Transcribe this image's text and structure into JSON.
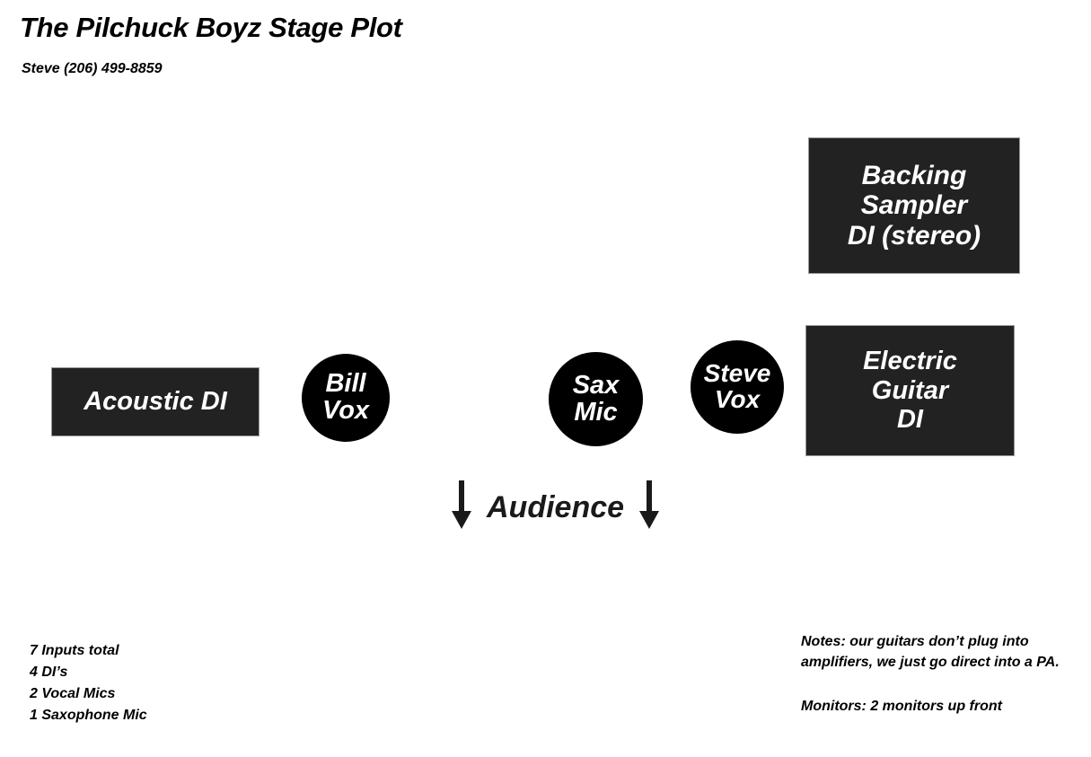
{
  "header": {
    "title": "The Pilchuck Boyz Stage Plot",
    "contact": "Steve (206) 499-8859"
  },
  "colors": {
    "box_fill": "#222222",
    "box_border": "#999999",
    "circle_fill": "#000000",
    "text_on_dark": "#ffffff",
    "text_on_light": "#000000",
    "arrow": "#1a1a1a",
    "page_background": "#ffffff"
  },
  "stage_items": {
    "backing_sampler": {
      "kind": "gear-box",
      "line1": "Backing",
      "line2": "Sampler",
      "line3": "DI (stereo)"
    },
    "electric_guitar": {
      "kind": "gear-box",
      "line1": "Electric",
      "line2": "Guitar",
      "line3": "DI"
    },
    "acoustic_di": {
      "kind": "gear-box",
      "line1": "Acoustic DI"
    },
    "bill_vox": {
      "kind": "mic-circle",
      "line1": "Bill",
      "line2": "Vox"
    },
    "sax_mic": {
      "kind": "mic-circle",
      "line1": "Sax",
      "line2": "Mic"
    },
    "steve_vox": {
      "kind": "mic-circle",
      "line1": "Steve",
      "line2": "Vox"
    }
  },
  "audience": {
    "label": "Audience",
    "left_arrow_icon": "arrow-down-icon",
    "right_arrow_icon": "arrow-down-icon"
  },
  "input_list": {
    "line1": "7 Inputs total",
    "line2": "4 DI’s",
    "line3": "2 Vocal Mics",
    "line4": "1 Saxophone Mic"
  },
  "notes": {
    "notes_text": "Notes: our guitars don’t plug into amplifiers, we just go direct into a PA.",
    "monitors_text": "Monitors: 2 monitors up front"
  }
}
